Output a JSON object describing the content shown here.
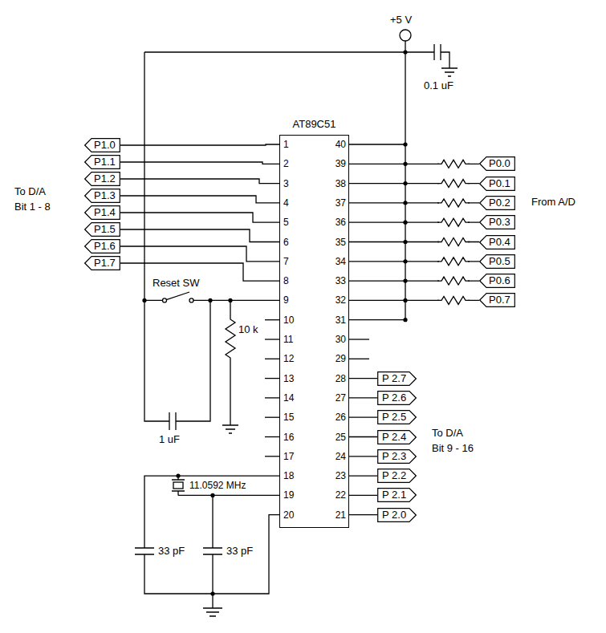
{
  "diagram": {
    "nodes": [
      {
        "text": [
          "AT89C51"
        ]
      },
      {
        "text": [
          "P1.0"
        ]
      },
      {
        "text": [
          "P1.1"
        ]
      },
      {
        "text": [
          "P1.2"
        ]
      },
      {
        "text": [
          "P1.3"
        ]
      },
      {
        "text": [
          "P1.4"
        ]
      },
      {
        "text": [
          "P1.5"
        ]
      },
      {
        "text": [
          "P1.6"
        ]
      },
      {
        "text": [
          "P1.7"
        ]
      },
      {
        "text": [
          "P0.0"
        ]
      },
      {
        "text": [
          "P0.1"
        ]
      },
      {
        "text": [
          "P0.2"
        ]
      },
      {
        "text": [
          "P0.3"
        ]
      },
      {
        "text": [
          "P0.4"
        ]
      },
      {
        "text": [
          "P0.5"
        ]
      },
      {
        "text": [
          "P0.6"
        ]
      },
      {
        "text": [
          "P0.7"
        ]
      },
      {
        "text": [
          "P 2.7"
        ]
      },
      {
        "text": [
          "P 2.6"
        ]
      },
      {
        "text": [
          "P 2.5"
        ]
      },
      {
        "text": [
          "P 2.4"
        ]
      },
      {
        "text": [
          "P 2.3"
        ]
      },
      {
        "text": [
          "P 2.2"
        ]
      },
      {
        "text": [
          "P 2.1"
        ]
      },
      {
        "text": [
          "P 2.0"
        ]
      }
    ],
    "edges": [
      {
        "from": 0,
        "to": 1,
        "arrow": "none"
      },
      {
        "from": 0,
        "to": 2,
        "arrow": "none"
      },
      {
        "from": 0,
        "to": 3,
        "arrow": "none"
      },
      {
        "from": 0,
        "to": 4,
        "arrow": "none"
      },
      {
        "from": 0,
        "to": 5,
        "arrow": "none"
      },
      {
        "from": 0,
        "to": 6,
        "arrow": "none"
      },
      {
        "from": 0,
        "to": 7,
        "arrow": "none"
      },
      {
        "from": 0,
        "to": 8,
        "arrow": "none"
      },
      {
        "from": 0,
        "to": 9,
        "arrow": "none"
      },
      {
        "from": 0,
        "to": 10,
        "arrow": "none"
      },
      {
        "from": 0,
        "to": 11,
        "arrow": "none"
      },
      {
        "from": 0,
        "to": 12,
        "arrow": "none"
      },
      {
        "from": 0,
        "to": 13,
        "arrow": "none"
      },
      {
        "from": 0,
        "to": 14,
        "arrow": "none"
      },
      {
        "from": 0,
        "to": 15,
        "arrow": "none"
      },
      {
        "from": 0,
        "to": 16,
        "arrow": "none"
      },
      {
        "from": 0,
        "to": 17,
        "arrow": "none"
      },
      {
        "from": 0,
        "to": 18,
        "arrow": "none"
      },
      {
        "from": 0,
        "to": 19,
        "arrow": "none"
      },
      {
        "from": 0,
        "to": 20,
        "arrow": "none"
      },
      {
        "from": 0,
        "to": 21,
        "arrow": "none"
      },
      {
        "from": 0,
        "to": 22,
        "arrow": "none"
      },
      {
        "from": 0,
        "to": 23,
        "arrow": "none"
      },
      {
        "from": 0,
        "to": 24,
        "arrow": "none"
      }
    ],
    "labels": [
      "+5 V",
      "0.1 uF",
      "To D/A",
      "Bit 1 - 8",
      "From A/D",
      "Reset SW",
      "10 k",
      "1 uF",
      "To D/A",
      "Bit 9 - 16",
      "11.0592 MHz",
      "33 pF",
      "33 pF",
      "1",
      "2",
      "3",
      "4",
      "5",
      "6",
      "7",
      "8",
      "9",
      "10",
      "11",
      "12",
      "13",
      "14",
      "15",
      "16",
      "17",
      "18",
      "19",
      "20",
      "21",
      "22",
      "23",
      "24",
      "25",
      "26",
      "27",
      "28",
      "29",
      "30",
      "31",
      "32",
      "33",
      "34",
      "35",
      "36",
      "37",
      "38",
      "39",
      "40"
    ]
  }
}
